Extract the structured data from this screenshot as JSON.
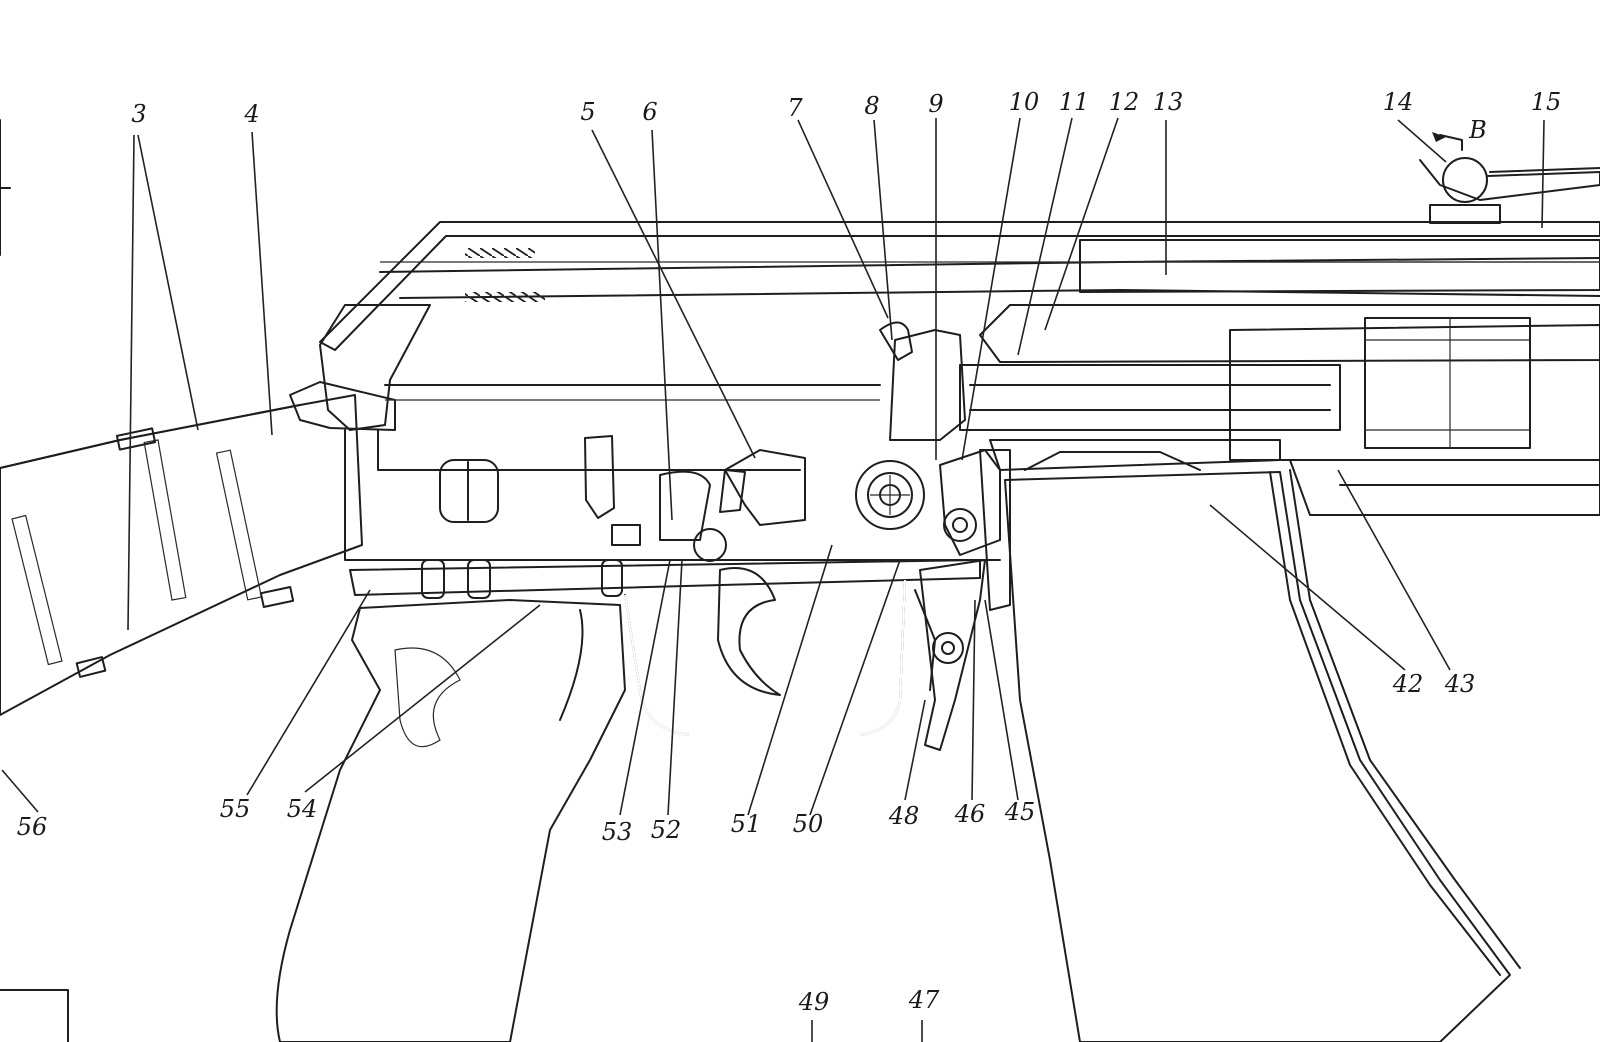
{
  "callouts_top": [
    "3",
    "4",
    "5",
    "6",
    "7",
    "8",
    "9",
    "10",
    "11",
    "12",
    "13",
    "14",
    "15"
  ],
  "callouts_bottom": [
    "56",
    "55",
    "54",
    "53",
    "52",
    "51",
    "50",
    "48",
    "46",
    "45",
    "42",
    "43"
  ],
  "callouts_footer": [
    "49",
    "47"
  ],
  "view_marker": "B",
  "colors": {
    "ink": "#1e1e1e",
    "paper": "#ffffff"
  }
}
